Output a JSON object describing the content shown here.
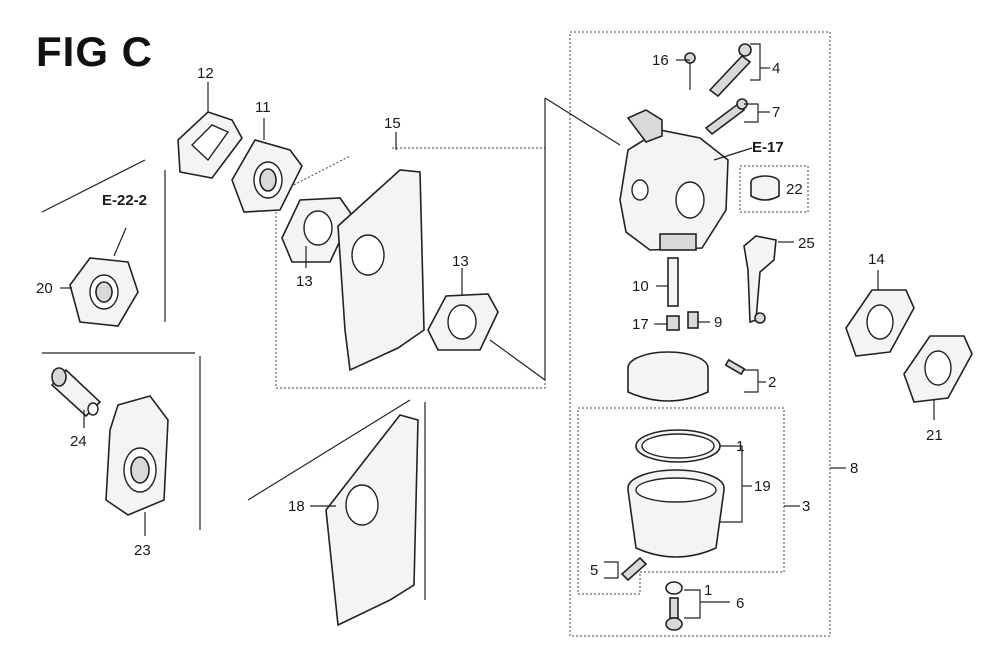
{
  "figure": {
    "title": "FIG C"
  },
  "refs": {
    "e22": "E-22-2",
    "e17": "E-17"
  },
  "callouts": {
    "p1a": "1",
    "p1b": "1",
    "p2": "2",
    "p3": "3",
    "p4": "4",
    "p5": "5",
    "p6": "6",
    "p7": "7",
    "p8": "8",
    "p9": "9",
    "p10": "10",
    "p11": "11",
    "p12": "12",
    "p13a": "13",
    "p13b": "13",
    "p14": "14",
    "p15": "15",
    "p16": "16",
    "p17": "17",
    "p18": "18",
    "p19": "19",
    "p20": "20",
    "p21": "21",
    "p22": "22",
    "p23": "23",
    "p24": "24",
    "p25": "25"
  }
}
